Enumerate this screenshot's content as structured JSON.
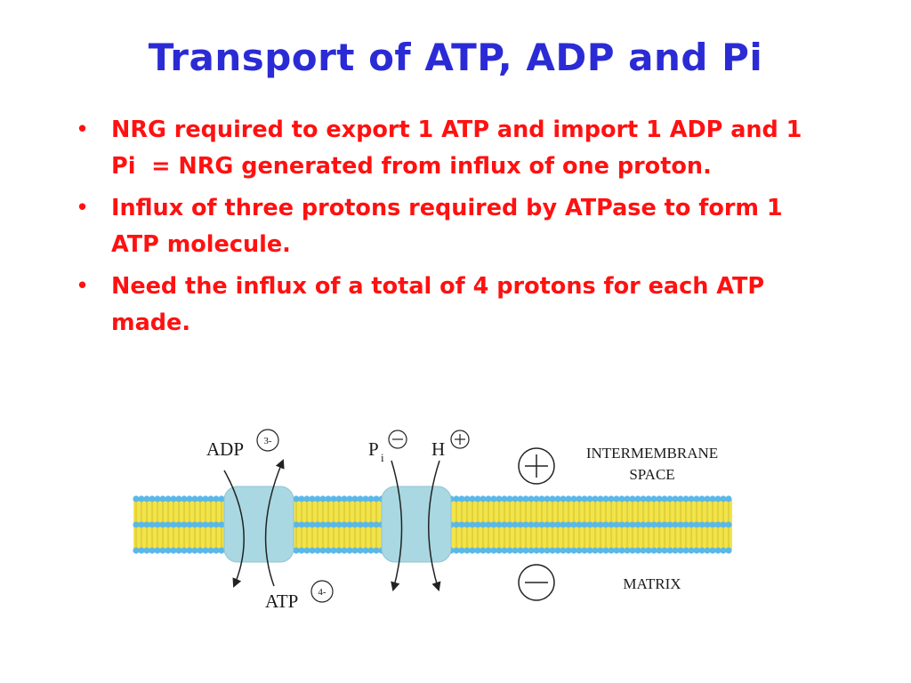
{
  "slide": {
    "title": "Transport of ATP, ADP and Pi",
    "bullets": [
      "NRG required to export 1 ATP and import 1 ADP and 1 Pi  = NRG generated from influx of one proton.",
      "Influx of three protons required by ATPase to form 1 ATP molecule.",
      "Need the influx of a total of 4 protons for each ATP made."
    ],
    "bullet_glyph": "•"
  },
  "diagram": {
    "adp_label": "ADP",
    "adp_charge": "3-",
    "atp_label": "ATP",
    "atp_charge": "4-",
    "pi_label": "P",
    "pi_subscript": "i",
    "h_label": "H",
    "region_top_line1": "INTERMEMBRANE",
    "region_top_line2": "SPACE",
    "region_bottom": "MATRIX",
    "colors": {
      "title": "#2b2bd6",
      "bullet_text": "#ff1111",
      "lipid_heads": "#5ab8e8",
      "lipid_tails": "#f3e34a",
      "transporter": "#a9d8e3"
    }
  }
}
